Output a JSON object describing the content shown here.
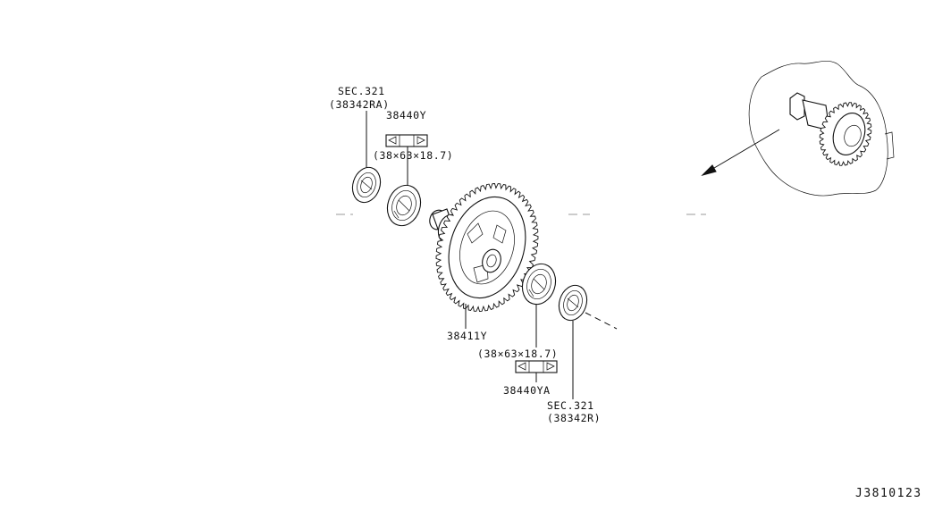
{
  "diagram": {
    "callouts": {
      "left_seal_sec": "SEC.321",
      "left_seal_part": "(38342RA)",
      "left_bearing_part": "38440Y",
      "left_bearing_size": "(38×63×18.7)",
      "gear_part": "38411Y",
      "right_bearing_size": "(38×63×18.7)",
      "right_bearing_part": "38440YA",
      "right_seal_sec": "SEC.321",
      "right_seal_part": "(38342R)"
    },
    "figure_code": "J3810123"
  }
}
